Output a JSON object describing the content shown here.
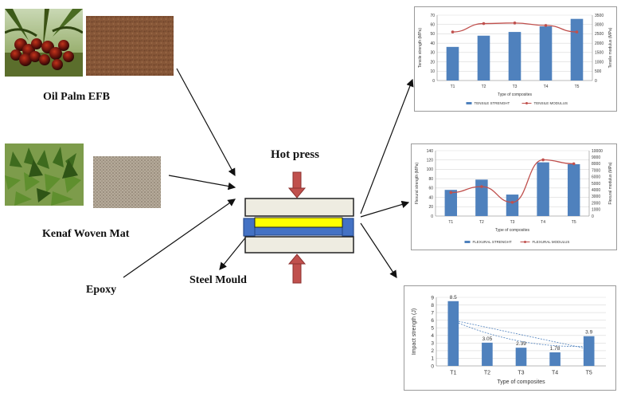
{
  "labels": {
    "oil_palm": "Oil Palm EFB",
    "kenaf": "Kenaf Woven Mat",
    "epoxy": "Epoxy",
    "hot_press": "Hot press",
    "steel_mould": "Steel Mould"
  },
  "colors": {
    "bar": "#4f81bd",
    "line": "#c0504d",
    "arrow_red": "#c0504d",
    "mould_blue": "#4472c4",
    "resin_yellow": "#ffff00",
    "plate": "#eeece1"
  },
  "chart_data": [
    {
      "type": "bar",
      "categories": [
        "T1",
        "T2",
        "T3",
        "T4",
        "T5"
      ],
      "xlabel": "Type of composites",
      "ylabel": "Tensile strength (MPa)",
      "y2label": "Tensile modulus (MPa)",
      "ylim": [
        0,
        70
      ],
      "y2lim": [
        0,
        3500
      ],
      "yticks": [
        0,
        10,
        20,
        30,
        40,
        50,
        60,
        70
      ],
      "y2ticks": [
        0,
        500,
        1000,
        1500,
        2000,
        2500,
        3000,
        3500
      ],
      "series": [
        {
          "name": "TENSILE STRENGHT",
          "kind": "bar",
          "axis": "left",
          "values": [
            36,
            48,
            52,
            58,
            66
          ]
        },
        {
          "name": "TENSILE MODULUS",
          "kind": "line",
          "axis": "right",
          "values": [
            2600,
            3050,
            3080,
            2950,
            2600
          ]
        }
      ],
      "legend_position": "bottom",
      "grid": true
    },
    {
      "type": "bar",
      "categories": [
        "T1",
        "T2",
        "T3",
        "T4",
        "T5"
      ],
      "xlabel": "Type of composites",
      "ylabel": "Flexural strength (MPa)",
      "y2label": "Flexural modulus (MPa)",
      "ylim": [
        0,
        140
      ],
      "y2lim": [
        0,
        10000
      ],
      "yticks": [
        0,
        20,
        40,
        60,
        80,
        100,
        120,
        140
      ],
      "y2ticks": [
        0,
        1000,
        2000,
        3000,
        4000,
        5000,
        6000,
        7000,
        8000,
        9000,
        10000
      ],
      "series": [
        {
          "name": "FLEXURAL STRENGHT",
          "kind": "bar",
          "axis": "left",
          "values": [
            56,
            78,
            46,
            115,
            111
          ]
        },
        {
          "name": "FLEXURAL MODULUS",
          "kind": "line",
          "axis": "right",
          "values": [
            3600,
            4500,
            2100,
            8600,
            8000
          ]
        }
      ],
      "legend_position": "bottom",
      "grid": true
    },
    {
      "type": "bar",
      "categories": [
        "T1",
        "T2",
        "T3",
        "T4",
        "T5"
      ],
      "xlabel": "Type of composites",
      "ylabel": "Impact strength (J)",
      "ylim": [
        0,
        9
      ],
      "yticks": [
        0,
        1,
        2,
        3,
        4,
        5,
        6,
        7,
        8,
        9
      ],
      "series": [
        {
          "kind": "bar",
          "axis": "left",
          "values": [
            8.5,
            3.05,
            2.39,
            1.78,
            3.9
          ]
        }
      ],
      "data_labels": [
        "8.5",
        "3.05",
        "2.39",
        "1.78",
        "3.9"
      ],
      "trendlines": true,
      "grid": true
    }
  ]
}
